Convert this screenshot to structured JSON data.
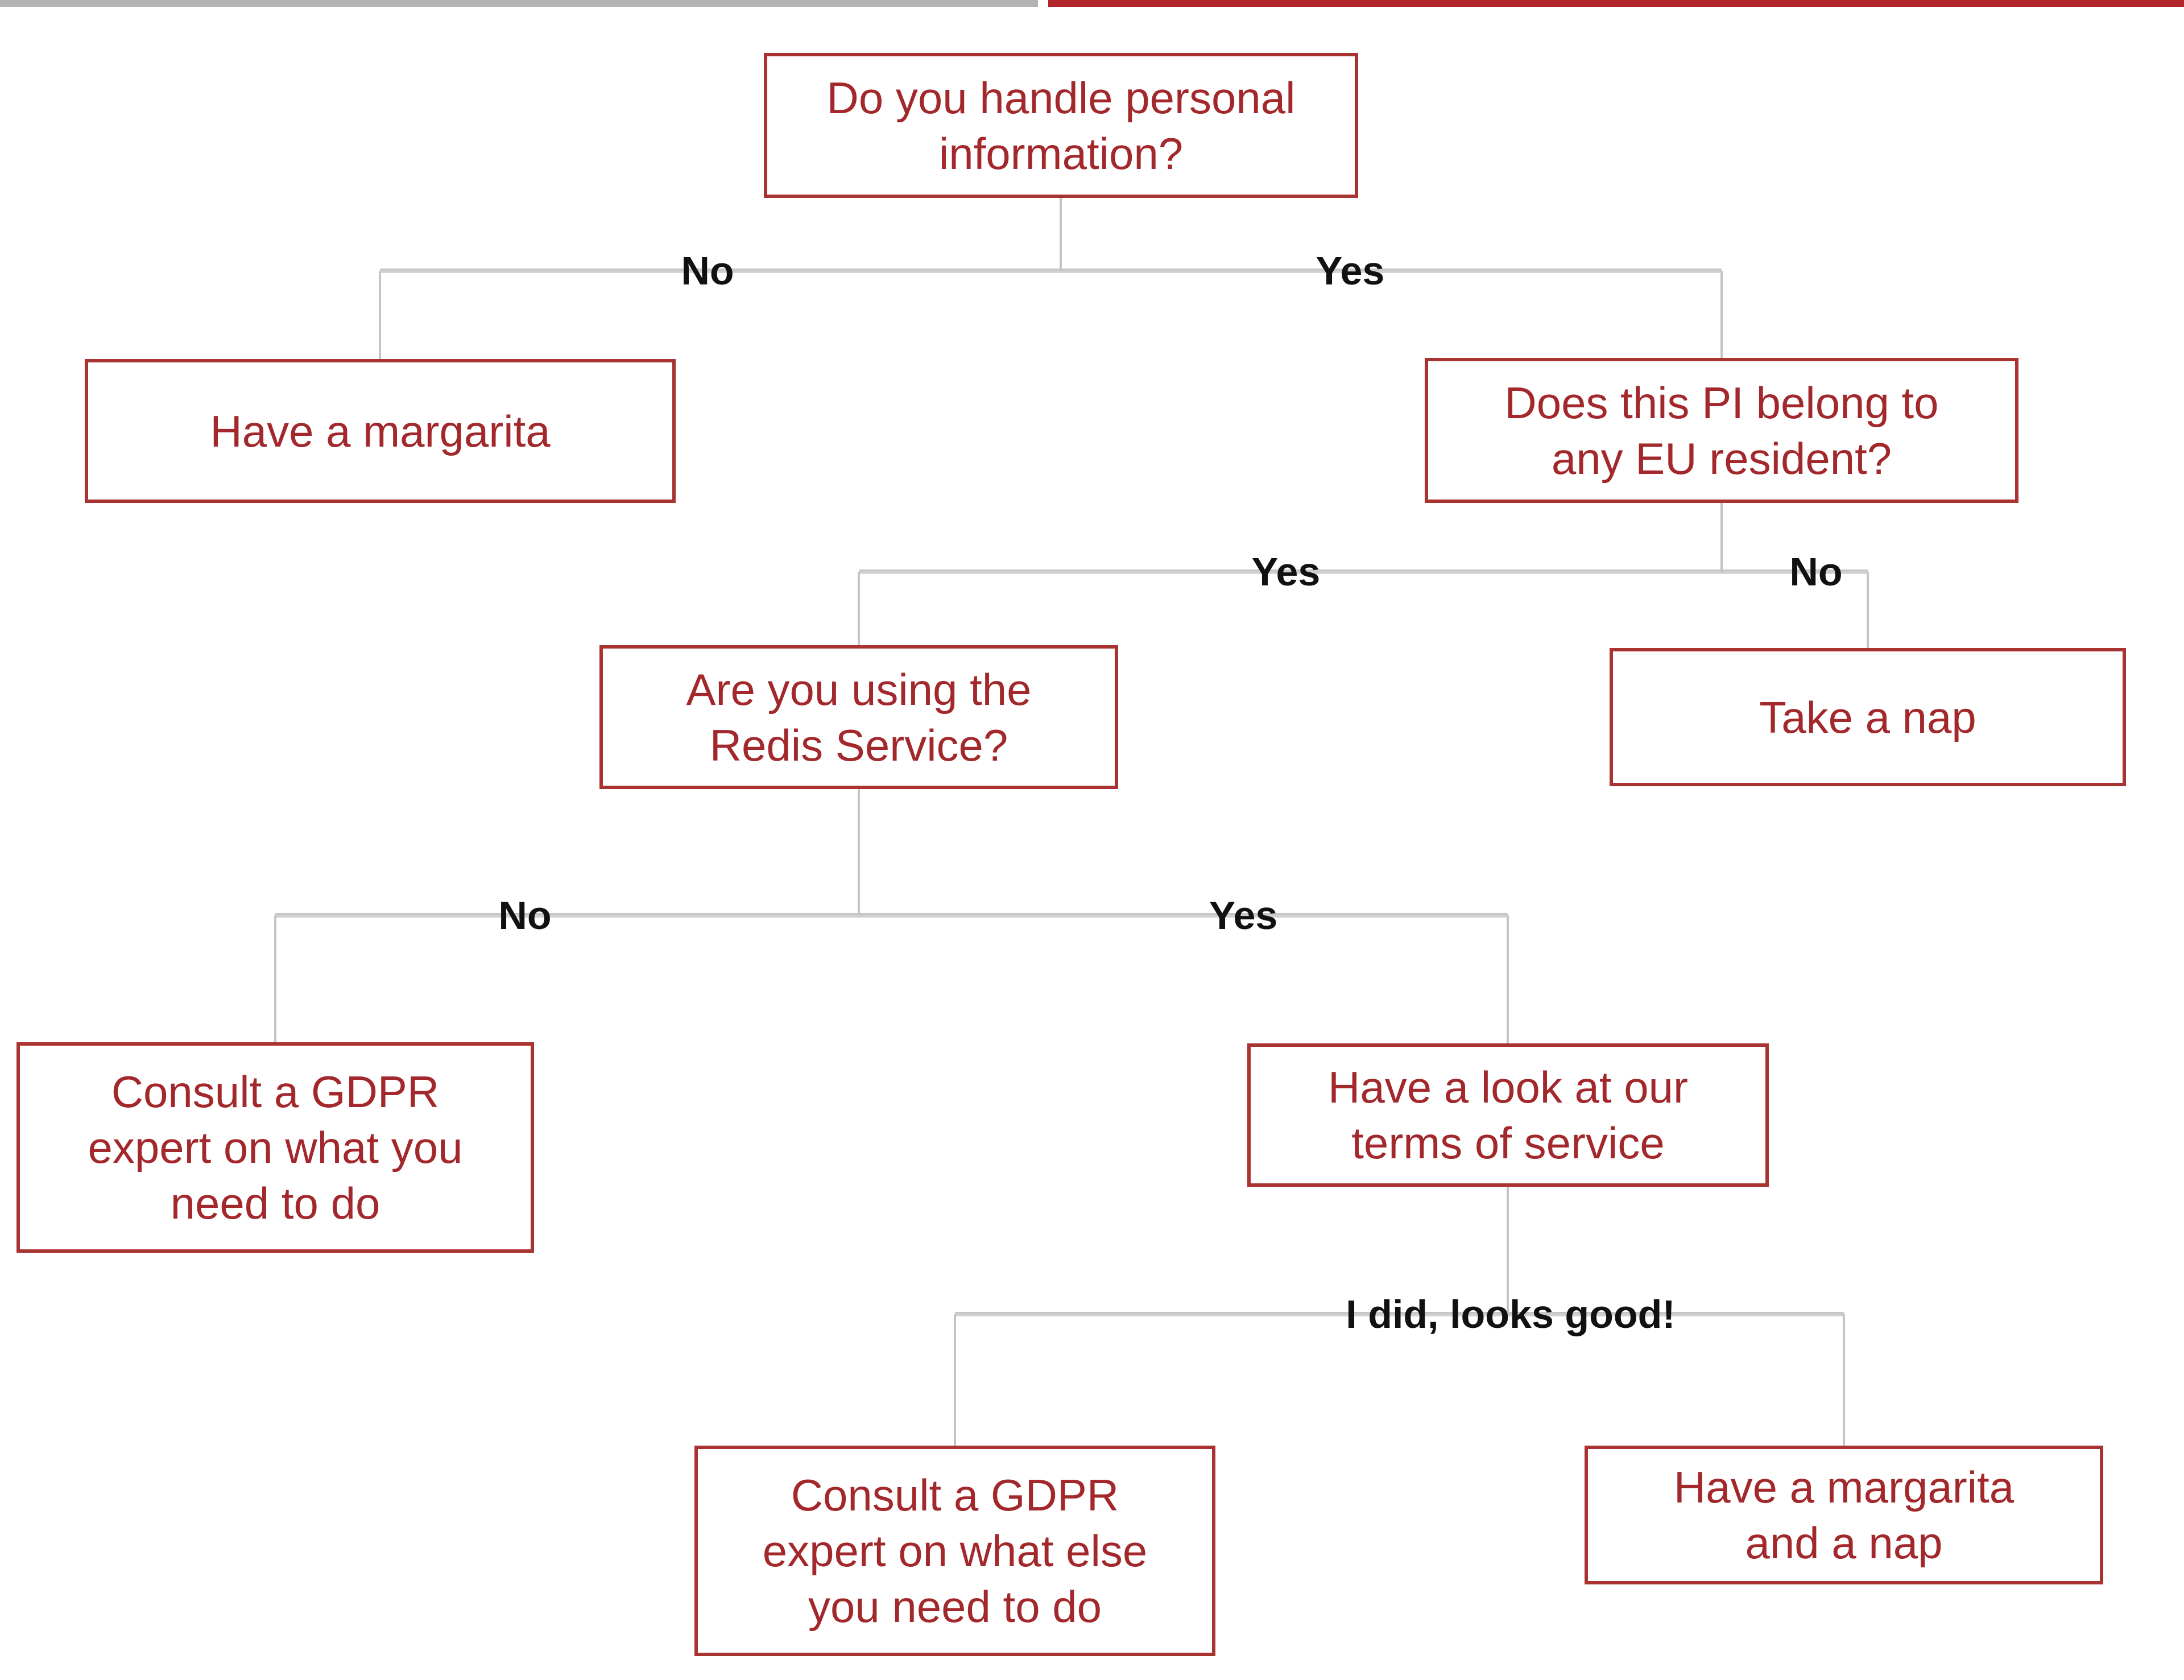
{
  "topbar": {
    "gray_color": "#b3b3b3",
    "red_color": "#b2262b"
  },
  "colors": {
    "box_border": "#a93330",
    "box_text": "#a2282c",
    "connector": "#c4c4c4",
    "edge_label_text": "#111111"
  },
  "flowchart": {
    "nodes": [
      {
        "id": "q-personal-info",
        "label": "Do you handle personal\ninformation?"
      },
      {
        "id": "have-margarita",
        "label": "Have a margarita"
      },
      {
        "id": "q-eu-resident",
        "label": "Does this PI belong to\nany EU resident?"
      },
      {
        "id": "q-redis-service",
        "label": "Are you using the\nRedis Service?"
      },
      {
        "id": "take-nap",
        "label": "Take a nap"
      },
      {
        "id": "consult-gdpr",
        "label": "Consult a GDPR\nexpert on what you\nneed to do"
      },
      {
        "id": "terms-of-service",
        "label": "Have a look at our\nterms of service"
      },
      {
        "id": "consult-gdpr-else",
        "label": "Consult a GDPR\nexpert on what else\nyou need to do"
      },
      {
        "id": "margarita-and-nap",
        "label": "Have a margarita\nand a nap"
      }
    ],
    "edges": [
      {
        "label": "No",
        "from": "q-personal-info",
        "to": "have-margarita"
      },
      {
        "label": "Yes",
        "from": "q-personal-info",
        "to": "q-eu-resident"
      },
      {
        "label": "Yes",
        "from": "q-eu-resident",
        "to": "q-redis-service"
      },
      {
        "label": "No",
        "from": "q-eu-resident",
        "to": "take-nap"
      },
      {
        "label": "No",
        "from": "q-redis-service",
        "to": "consult-gdpr"
      },
      {
        "label": "Yes",
        "from": "q-redis-service",
        "to": "terms-of-service"
      },
      {
        "label": "I did, looks good!",
        "from": "terms-of-service",
        "to": "consult-gdpr-else, margarita-and-nap"
      }
    ]
  }
}
